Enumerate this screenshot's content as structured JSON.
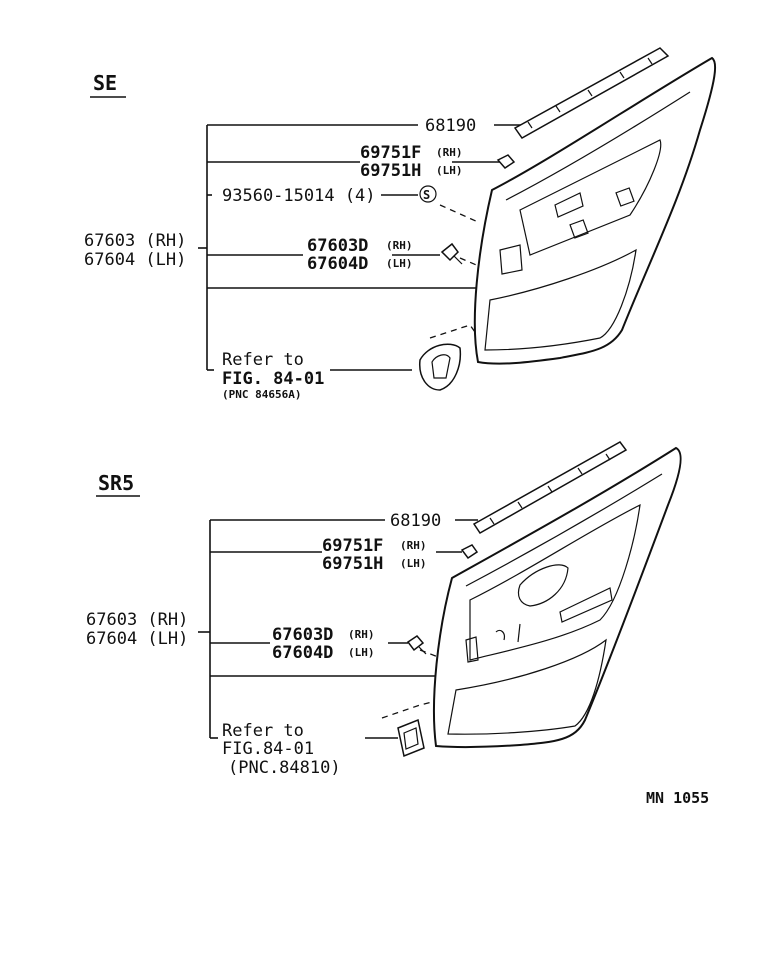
{
  "se": {
    "heading": "SE",
    "weatherstrip": "68190",
    "clip_rh": "69751F",
    "clip_rh_tag": "(RH)",
    "clip_lh": "69751H",
    "clip_lh_tag": "(LH)",
    "screw": "93560-15014 (4)",
    "screw_symbol": "S",
    "board_rh": "67603 (RH)",
    "board_lh": "67604 (LH)",
    "fastener_rh": "67603D",
    "fastener_rh_tag": "(RH)",
    "fastener_lh": "67604D",
    "fastener_lh_tag": "(LH)",
    "refer_line1": "Refer to",
    "refer_line2": "FIG. 84-01",
    "refer_line3": "(PNC 84656A)"
  },
  "sr5": {
    "heading": "SR5",
    "weatherstrip": "68190",
    "clip_rh": "69751F",
    "clip_rh_tag": "(RH)",
    "clip_lh": "69751H",
    "clip_lh_tag": "(LH)",
    "board_rh": "67603 (RH)",
    "board_lh": "67604 (LH)",
    "fastener_rh": "67603D",
    "fastener_rh_tag": "(RH)",
    "fastener_lh": "67604D",
    "fastener_lh_tag": "(LH)",
    "refer_line1": "Refer to",
    "refer_line2": "FIG.84-01",
    "refer_line3": "(PNC.84810)"
  },
  "footer": {
    "code": "MN  1055"
  }
}
